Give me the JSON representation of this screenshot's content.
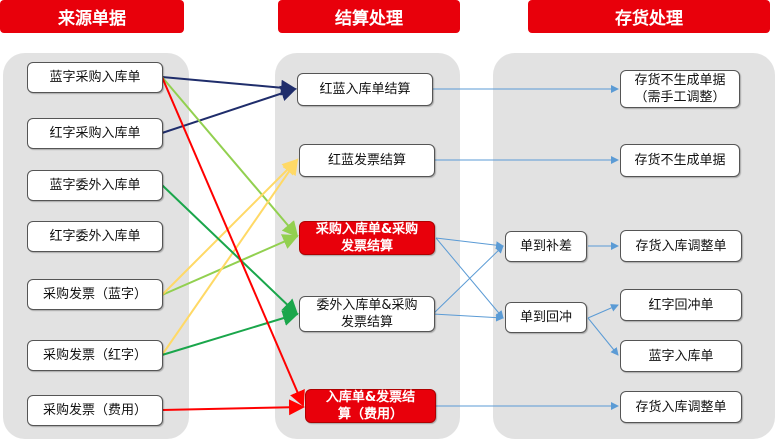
{
  "headers": {
    "source": "来源单据",
    "settlement": "结算处理",
    "inventory": "存货处理"
  },
  "source_docs": [
    "蓝字采购入库单",
    "红字采购入库单",
    "蓝字委外入库单",
    "红字委外入库单",
    "采购发票（蓝字）",
    "采购发票（红字）",
    "采购发票（费用）"
  ],
  "settlement": [
    "红蓝入库单结算",
    "红蓝发票结算",
    "采购入库单&采购发票结算",
    "委外入库单&采购发票结算",
    "入库单&发票结算（费用）"
  ],
  "settlement_lines": [
    [
      "红蓝入库单结算"
    ],
    [
      "红蓝发票结算"
    ],
    [
      "采购入库单&采购",
      "发票结算"
    ],
    [
      "委外入库单&采购",
      "发票结算"
    ],
    [
      "入库单&发票结",
      "算（费用）"
    ]
  ],
  "middle": [
    "单到补差",
    "单到回冲"
  ],
  "inventory": [
    "存货不生成单据（需手工调整）",
    "存货不生成单据",
    "存货入库调整单",
    "红字回冲单",
    "蓝字入库单",
    "存货入库调整单"
  ],
  "inventory_lines": [
    [
      "存货不生成单据",
      "（需手工调整）"
    ],
    [
      "存货不生成单据"
    ],
    [
      "存货入库调整单"
    ],
    [
      "红字回冲单"
    ],
    [
      "蓝字入库单"
    ],
    [
      "存货入库调整单"
    ]
  ],
  "colors": {
    "header": "#e8000b",
    "navy": "#1f2d6b",
    "green_light": "#92d050",
    "green": "#1aa64b",
    "red": "#ff0000",
    "yellow": "#ffd966",
    "blue": "#5b9bd5"
  }
}
